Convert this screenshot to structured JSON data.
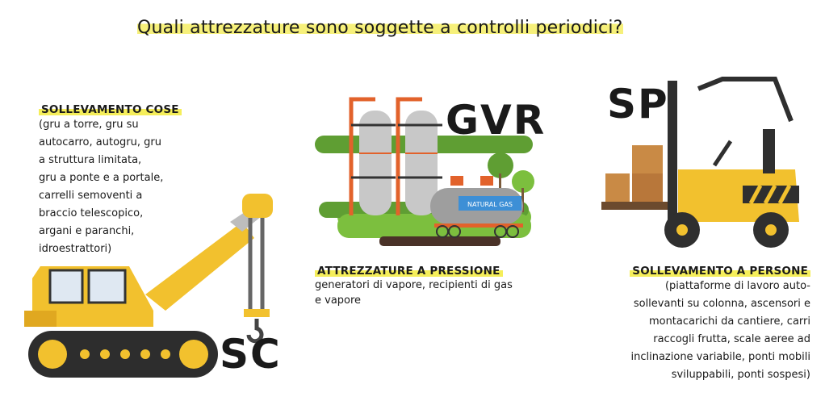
{
  "title": "Quali attrezzature sono soggette a controlli periodici?",
  "sc": {
    "code": "SC",
    "heading": "SOLLEVAMENTO COSE",
    "lines": [
      "(gru a torre, gru su",
      "autocarro, autogru, gru",
      "a struttura limitata,",
      "gru a ponte e a portale,",
      "carrelli semoventi a",
      "braccio telescopico,",
      "argani e paranchi,",
      "idroestrattori)"
    ]
  },
  "gvr": {
    "code": "GVR",
    "heading": "ATTREZZATURE A PRESSIONE",
    "lines": [
      "generatori di vapore, recipienti di gas",
      "e vapore"
    ],
    "tank_label": "NATURAL GAS"
  },
  "sp": {
    "code": "SP",
    "heading": "SOLLEVAMENTO A PERSONE",
    "lines": [
      "(piattaforme di lavoro auto-",
      "sollevanti su colonna, ascensori e",
      "montacarichi da cantiere, carri",
      "raccogli frutta, scale aeree ad",
      "inclinazione variabile, ponti mobili",
      "sviluppabili, ponti sospesi)"
    ]
  },
  "colors": {
    "yellow": "#f2c12e",
    "orange": "#e2622b",
    "green": "#7cbf3e",
    "gray": "#c8c8c8",
    "dark": "#2f2f2f"
  }
}
